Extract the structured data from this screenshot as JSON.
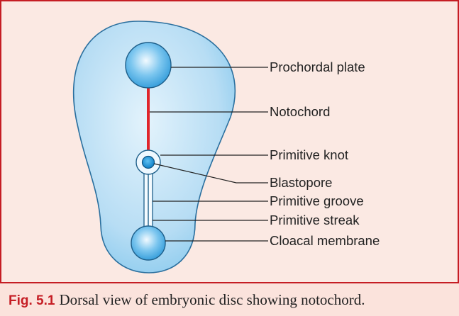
{
  "figure": {
    "caption_label": "Fig. 5.1",
    "caption_text": "Dorsal view of embryonic disc showing notochord."
  },
  "labels": {
    "prochordal_plate": "Prochordal plate",
    "notochord": "Notochord",
    "primitive_knot": "Primitive knot",
    "blastopore": "Blastopore",
    "primitive_groove": "Primitive groove",
    "primitive_streak": "Primitive streak",
    "cloacal_membrane": "Cloacal membrane"
  },
  "colors": {
    "frame_border": "#c51d24",
    "background": "#fbe9e3",
    "disc_fill": "#b9def5",
    "disc_stroke": "#2a6f9e",
    "notochord": "#e0252b",
    "circle_fill": "#7fc6ee"
  }
}
